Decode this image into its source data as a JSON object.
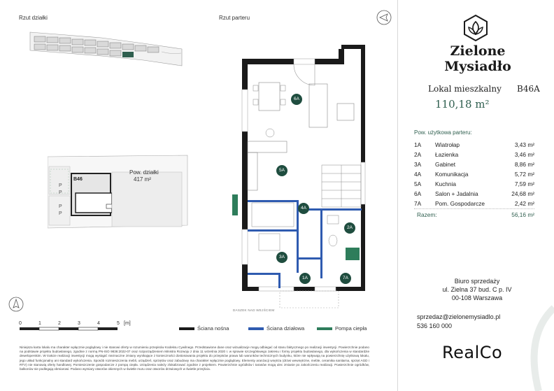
{
  "labels": {
    "plot_view": "Rzut działki",
    "ground_floor_view": "Rzut parteru",
    "plot_area_label": "Pow. działki",
    "plot_area_value": "417 m²",
    "unit_tag": "B46",
    "parking_marks": [
      "P",
      "P",
      "P",
      "P"
    ],
    "entrance_note": "DASZEK NAD WEJŚCIEM"
  },
  "brand": {
    "name": "Zielone Mysiadło",
    "logo_icon": "leaf-in-hexagon-icon",
    "accent_color": "#2f5f4f"
  },
  "unit": {
    "title": "Lokal mieszkalny",
    "id": "B46A",
    "area": "110,18 m²"
  },
  "rooms_header": "Pow. użytkowa parteru:",
  "rooms": [
    {
      "code": "1A",
      "name": "Wiatrołap",
      "area": "3,43 m²"
    },
    {
      "code": "2A",
      "name": "Łazienka",
      "area": "3,46 m²"
    },
    {
      "code": "3A",
      "name": "Gabinet",
      "area": "8,86 m²"
    },
    {
      "code": "4A",
      "name": "Komunikacja",
      "area": "5,72 m²"
    },
    {
      "code": "5A",
      "name": "Kuchnia",
      "area": "7,59 m²"
    },
    {
      "code": "6A",
      "name": "Salon + Jadalnia",
      "area": "24,68 m²"
    },
    {
      "code": "7A",
      "name": "Pom. Gospodarcze",
      "area": "2,42 m²"
    }
  ],
  "total": {
    "label": "Razem:",
    "value": "56,16 m²"
  },
  "sales_office": {
    "title": "Biuro sprzedaży",
    "address1": "ul. Zielna 37 bud. C p. IV",
    "address2": "00-108 Warszawa"
  },
  "contact": {
    "email": "sprzedaz@zielonemysiadlo.pl",
    "phone": "536 160 000"
  },
  "developer": "RealCo",
  "legend": [
    {
      "label": "Ściana nośna",
      "color": "#1a1a1a"
    },
    {
      "label": "Ściana działowa",
      "color": "#2f5bb0"
    },
    {
      "label": "Pompa ciepła",
      "color": "#2e7d5b"
    }
  ],
  "scale": {
    "ticks": [
      "0",
      "1",
      "2",
      "3",
      "4",
      "5"
    ],
    "unit": "[m]"
  },
  "disclaimer": "Niniejsza karta lokalu ma charakter wyłącznie poglądowy i nie stanowi oferty w rozumieniu przepisów Kodeksu Cywilnego. Przedstawione dane oraz wizualizacje mogą odbiegać od stanu faktycznego po realizacji inwestycji. Powierzchnie podano na podstawie projektu budowlanego, zgodnie z normą PN-ISO 9836:2022-07 oraz rozporządzeniem Ministra Rozwoju z dnia 11 września 2020 r. w sprawie szczegółowego zakresu i formy projektu budowlanego, dla wykończenia w standardzie deweloperskim. W trakcie realizacji inwestycji mogą wystąpić nieznaczne zmiany wynikające z konieczności dostosowania projektu do przepisów prawa lub warunków technicznych budynku, które nie wpływają na powierzchnię użytkową lokalu, jego układ funkcjonalny ani standard wykończenia. Sposób rozmieszczenia mebli, urządzeń, sprzętów oraz zabudowy ma charakter wyłącznie poglądowy. Elementy aranżacji wnętrza (drzwi wewnętrzne, meble, ceramika sanitarna, sprzęt AGD i RTV) nie stanowią oferty handlowej. Pomieszczenie gospodarcze z pompą ciepła. Urządzenia należy zlokalizować zgodnie z projektem. Powierzchnie ogródków i tarasów mogą ulec zmianie po zakończeniu realizacji. Powierzchnie ogródków, balkonów nie podlegają obmiarowi. Podano wymiary otworów okiennych w świetle muru oraz otworów drzwiowych w świetle przejścia."
}
